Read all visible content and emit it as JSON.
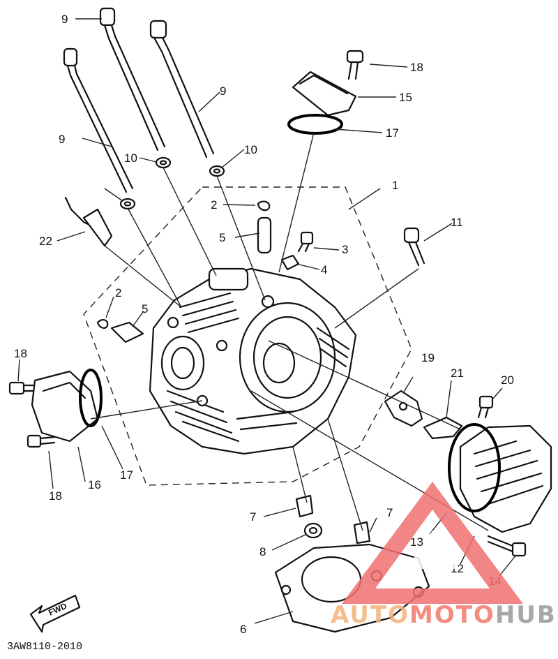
{
  "diagram_code": "3AW8110-2010",
  "fwd_label": "FWD",
  "watermark": {
    "word_a": "AUTO",
    "word_b": "MOTO",
    "word_c": "HUB",
    "color_a": "#f2b27a",
    "color_b": "#f07a6a",
    "color_c": "#9a9a9a",
    "triangle_color": "#f07070"
  },
  "callouts": [
    {
      "id": "c9a",
      "text": "9"
    },
    {
      "id": "c9b",
      "text": "9"
    },
    {
      "id": "c9c",
      "text": "9"
    },
    {
      "id": "c10a",
      "text": "10"
    },
    {
      "id": "c10b",
      "text": "10"
    },
    {
      "id": "c18a",
      "text": "18"
    },
    {
      "id": "c15",
      "text": "15"
    },
    {
      "id": "c17a",
      "text": "17"
    },
    {
      "id": "c1",
      "text": "1"
    },
    {
      "id": "c2a",
      "text": "2"
    },
    {
      "id": "c5a",
      "text": "5"
    },
    {
      "id": "c3",
      "text": "3"
    },
    {
      "id": "c4",
      "text": "4"
    },
    {
      "id": "c11",
      "text": "11"
    },
    {
      "id": "c22",
      "text": "22"
    },
    {
      "id": "c2b",
      "text": "2"
    },
    {
      "id": "c5b",
      "text": "5"
    },
    {
      "id": "c18b",
      "text": "18"
    },
    {
      "id": "c19",
      "text": "19"
    },
    {
      "id": "c21",
      "text": "21"
    },
    {
      "id": "c20",
      "text": "20"
    },
    {
      "id": "c17b",
      "text": "17"
    },
    {
      "id": "c16",
      "text": "16"
    },
    {
      "id": "c18c",
      "text": "18"
    },
    {
      "id": "c7a",
      "text": "7"
    },
    {
      "id": "c7b",
      "text": "7"
    },
    {
      "id": "c8",
      "text": "8"
    },
    {
      "id": "c13",
      "text": "13"
    },
    {
      "id": "c12",
      "text": "12"
    },
    {
      "id": "c14",
      "text": "14"
    },
    {
      "id": "c6",
      "text": "6"
    }
  ]
}
